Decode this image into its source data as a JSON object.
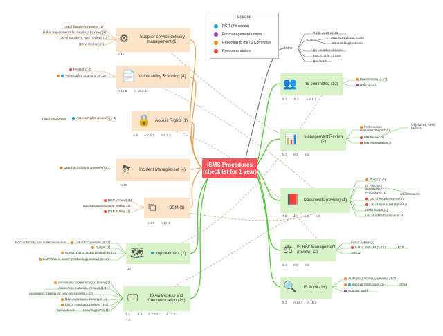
{
  "center": "ISMS Procedures\n(checklist for 1 year)",
  "legend": {
    "title": "Legend",
    "items": [
      {
        "label": "NCR (if it needs)",
        "color": "#1aa6c8",
        "icon": "info-icon"
      },
      {
        "label": "For management review",
        "color": "#9b3fb5",
        "icon": "person-icon"
      },
      {
        "label": "Reporting to the IS Committee",
        "color": "#f08a24",
        "icon": "arrow-icon"
      },
      {
        "label": "Recommendation",
        "color": "#e8463c",
        "icon": "star-icon"
      }
    ]
  },
  "intro": {
    "label": "Intro",
    "lines": [
      "V.1.0, 2018-12-14",
      "Author",
      "Andrey Prozorov, CISM",
      "80na20.blogspot.com",
      "(1) - number of times",
      "PDCA cycle - 1 year",
      "Records?"
    ]
  },
  "left": [
    {
      "title": "Supplier service delivery management (1)",
      "ref": [
        "A.15"
      ],
      "icon": "gear-icon",
      "items": [
        "List of Suppliers (review) (1)",
        "List of requirements for suppliers (review) (1)",
        "List of Suppliers' Risk (review) (1)",
        "NDAs (review) (1)"
      ]
    },
    {
      "title": "Vulnerability Scanning (4)",
      "ref": [
        "A.12.6",
        "A. 18.2.3"
      ],
      "icon": "document-search-icon",
      "items": [
        "Pentest (1-2)",
        "Vulnerability Scanning (2-12)"
      ]
    },
    {
      "title": "Access Rights (1)",
      "ref": [
        "A.9",
        "A.7.3.1",
        "A.6.2.2"
      ],
      "icon": "lock-icon",
      "items": [
        "Access Rights (review) (1-4)",
        "+fired employees"
      ]
    },
    {
      "title": "Incident Management (4)",
      "ref": [
        "A.16"
      ],
      "icon": "storm-icon",
      "items": [
        "List of IS incidents (review) (4)"
      ]
    },
    {
      "title": "BCM (1)",
      "ref": [
        "A.17",
        "A.12.3"
      ],
      "icon": "network-icon",
      "items": [
        "DRP (review) (1)",
        "Backups and recovery Testing (1)",
        "DRP Testing (1)"
      ]
    },
    {
      "title": "Improvement (2)",
      "ref": [
        "10"
      ],
      "icon": "map-icon",
      "items": [
        "List of NC (review) (6-12)",
        "Budget (1)",
        "IS Plan (list of tasks) (review) (6-12)",
        "List \"What is new?\" (Technology review) (6-12)",
        "Nonconformity and corrective action"
      ]
    },
    {
      "title": "IS Awareness and Communication (2+)",
      "ref": [
        "7.3",
        "7.4",
        "A.7.2.2",
        "A.12.2.1",
        "7.2"
      ],
      "icon": "presentation-icon",
      "items": [
        "Awareness programme(s) (review) (1)",
        "Awareness materials (review) (1-4)",
        "Awareness training for new employees (4-12)",
        "New Awareness training (1-4)",
        "List of Feedback (review) (1-4)",
        "Learning (CPE) (1+)",
        "Competence"
      ]
    }
  ],
  "right": [
    {
      "title": "IS committee (12)",
      "ref": [
        "5.1",
        "5.3",
        "A.6.1.1"
      ],
      "icon": "people-icon",
      "items": [
        "Presentation (4-12)",
        "Hold (4-12)"
      ]
    },
    {
      "title": "Management Review (2)",
      "ref": [
        "9.1",
        "9.3",
        "6.2"
      ],
      "icon": "board-icon",
      "items": [
        "Performance evaluation Report (2)",
        "MR Report (2)",
        "MR Presentation (2)",
        "Objectives, KPIs, Metrics"
      ]
    },
    {
      "title": "Documents (review) (1)",
      "ref": [
        "7.5",
        "4",
        "5.2",
        "6.3"
      ],
      "icon": "book-icon",
      "items": [
        "Policy (1-2)",
        "IS Policies / Standards / Procedures (1)",
        "All documents",
        "List of Requirements (4)",
        "List of Interested Parties (1)",
        "ISMS Scope (1)",
        "List of ISMS Documents (4)"
      ]
    },
    {
      "title": "IS Risk Management (review) (2)",
      "ref": [
        "6.1",
        "8.2",
        "8.3"
      ],
      "icon": "scale-icon",
      "items": [
        "List of Assets (1)",
        "List of IS Risks (1-12)",
        "SoA (2)",
        "+RTP"
      ]
    },
    {
      "title": "IS Audit (1+)",
      "ref": [
        "9.2",
        "A.12.7",
        "A.18.2"
      ],
      "icon": "audit-icon",
      "items": [
        "Audit programme(s) (review) (1-2)",
        "Internal ISMS audit (1+)",
        "Supplier audit",
        "+other"
      ]
    }
  ]
}
